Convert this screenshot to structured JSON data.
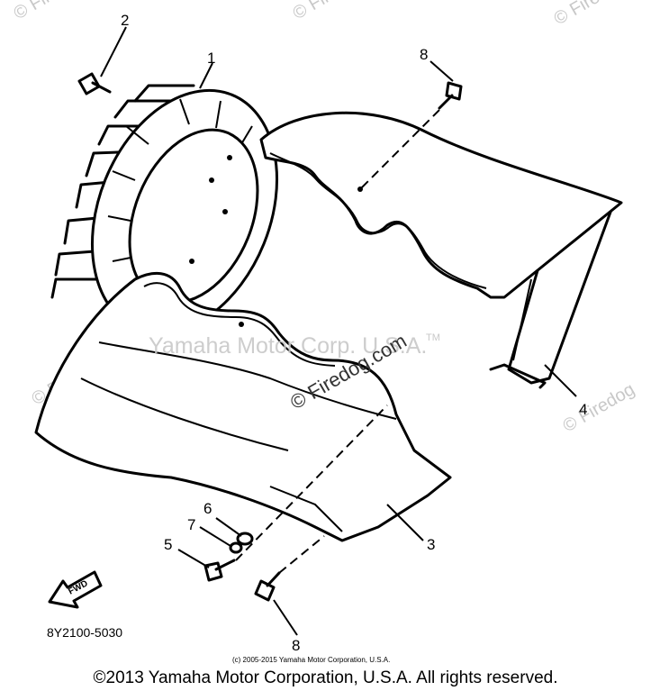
{
  "watermarks": {
    "corp": "Yamaha Motor Corp. U.S.A.",
    "site": "© Firedog.com",
    "tm": "TM",
    "repeat": "© Firedog"
  },
  "diagram_code": "8Y2100-5030",
  "fwd_label": "FWD",
  "callouts": {
    "c1": "1",
    "c2": "2",
    "c3": "3",
    "c4": "4",
    "c5": "5",
    "c6": "6",
    "c7": "7",
    "c8a": "8",
    "c8b": "8"
  },
  "small_copyright": "(c) 2005-2015 Yamaha Motor Corporation, U.S.A.",
  "copyright": "©2013 Yamaha Motor Corporation, U.S.A. All rights reserved."
}
